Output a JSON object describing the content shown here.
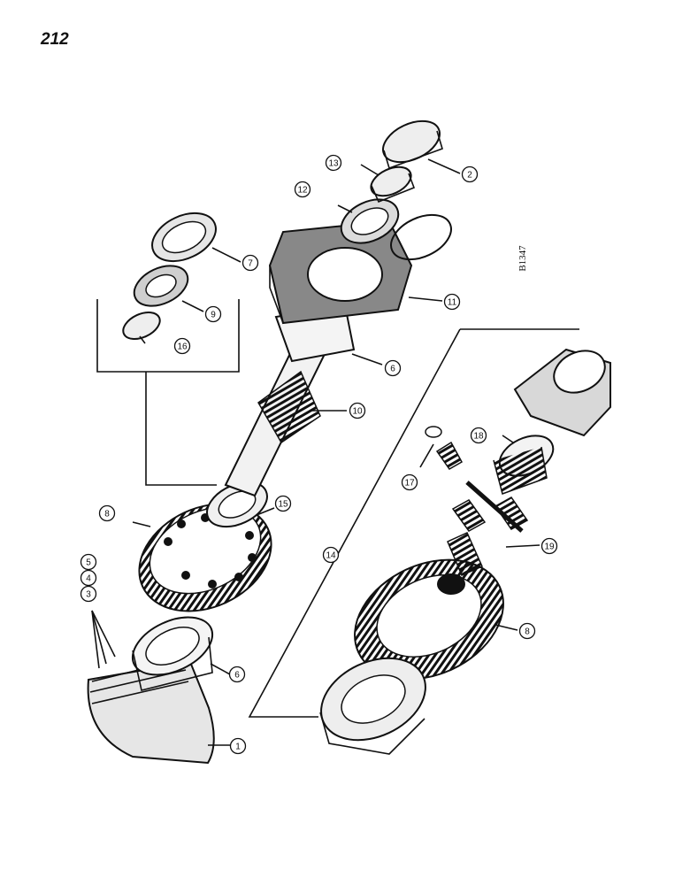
{
  "page_number": "212",
  "figure_code": "B1347",
  "callouts": [
    "1",
    "2",
    "3",
    "4",
    "5",
    "6",
    "6",
    "7",
    "8",
    "8",
    "9",
    "10",
    "11",
    "12",
    "13",
    "14",
    "15",
    "16",
    "17",
    "18",
    "19"
  ]
}
